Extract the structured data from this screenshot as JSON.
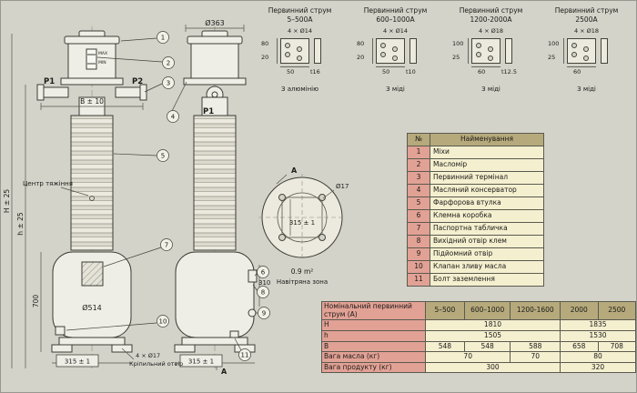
{
  "terminals": [
    {
      "line1": "Первинний струм",
      "range": "5–500А",
      "holes": "4 × Ø14",
      "dim_height": "80",
      "dim_offset": "20",
      "dim_width": "50",
      "thickness": "t16",
      "material": "З алюмінію"
    },
    {
      "line1": "Первинний струм",
      "range": "600–1000А",
      "holes": "4 × Ø14",
      "dim_height": "80",
      "dim_offset": "20",
      "dim_width": "50",
      "thickness": "t10",
      "material": "З міді"
    },
    {
      "line1": "Первинний струм",
      "range": "1200-2000А",
      "holes": "4 × Ø18",
      "dim_height": "100",
      "dim_offset": "25",
      "dim_width": "60",
      "thickness": "t12.5",
      "material": "З міді"
    },
    {
      "line1": "Первинний струм",
      "range": "2500А",
      "holes": "4 × Ø18",
      "dim_height": "100",
      "dim_offset": "25",
      "dim_width": "60",
      "thickness": "",
      "material": "З міді"
    }
  ],
  "parts_table": {
    "header_num": "№",
    "header_name": "Найменування",
    "rows": [
      {
        "num": "1",
        "name": "Міхи"
      },
      {
        "num": "2",
        "name": "Масломір"
      },
      {
        "num": "3",
        "name": "Первинний термінал"
      },
      {
        "num": "4",
        "name": "Масляний консерватор"
      },
      {
        "num": "5",
        "name": "Фарфорова втулка"
      },
      {
        "num": "6",
        "name": "Клемна коробка"
      },
      {
        "num": "7",
        "name": "Паспортна табличка"
      },
      {
        "num": "8",
        "name": "Вихідний отвір клем"
      },
      {
        "num": "9",
        "name": "Підйомний отвір"
      },
      {
        "num": "10",
        "name": "Клапан зливу масла"
      },
      {
        "num": "11",
        "name": "Болт заземлення"
      }
    ]
  },
  "spec_table": {
    "header_label": "Номінальний первинний струм (А)",
    "columns": [
      "5–500",
      "600–1000",
      "1200-1600",
      "2000",
      "2500"
    ],
    "row_H": {
      "label": "H",
      "v123": "1810",
      "v45": "1835"
    },
    "row_h": {
      "label": "h",
      "v123": "1505",
      "v45": "1530"
    },
    "row_B": {
      "label": "B",
      "values": [
        "548",
        "548",
        "588",
        "658",
        "708"
      ]
    },
    "row_oil": {
      "label": "Вага масла (кг)",
      "v12": "70",
      "v3": "70",
      "v45": "80"
    },
    "row_product": {
      "label": "Вага продукту (кг)",
      "v123": "300",
      "v45": "320"
    }
  },
  "drawing": {
    "balloons": [
      "1",
      "2",
      "3",
      "4",
      "5",
      "6",
      "7",
      "8",
      "9",
      "10",
      "11"
    ],
    "labels": {
      "p1": "P1",
      "p2": "P2",
      "p1_side": "P1",
      "max": "MAX",
      "min": "MIN",
      "dia363": "Ø363",
      "b_dim": "B ± 10",
      "center_gravity": "Центр тяжіння",
      "H_dim": "H ± 25",
      "h_dim": "h ± 25",
      "dim700": "700",
      "dia514": "Ø514",
      "dim315_front": "315 ± 1",
      "dim315_side": "315 ± 1",
      "dim315_plan": "315 ± 1",
      "mount_holes": "4 × Ø17",
      "mount_caption": "Кріпильний отвір",
      "dim310": "310",
      "dia17": "Ø17",
      "area": "0.9 m²",
      "wind_zone": "Навітряна зона",
      "section_a": "A"
    }
  }
}
